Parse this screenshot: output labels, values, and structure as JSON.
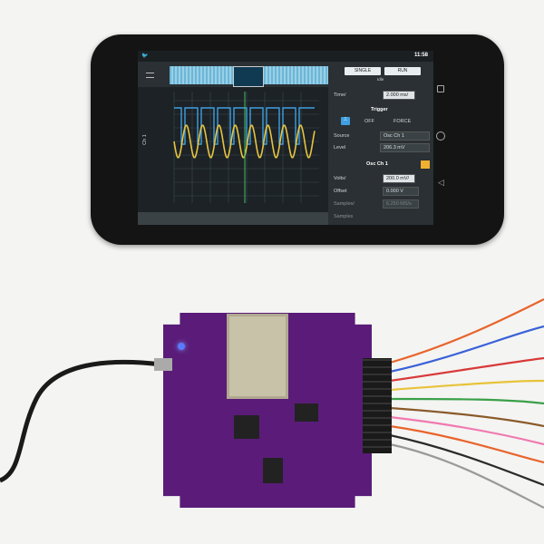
{
  "status_bar": {
    "time": "11:58"
  },
  "scope": {
    "single_label": "SINGLE",
    "run_label": "RUN",
    "state": "Idle",
    "channel_axis": "Ch 1",
    "time_label": "Time/",
    "time_value": "2.000 ms/",
    "trigger": {
      "title": "Trigger",
      "off_label": "OFF",
      "force_label": "FORCE",
      "source_label": "Source",
      "source_value": "Osc Ch 1",
      "level_label": "Level",
      "level_value": "206.3 mV"
    },
    "channel": {
      "title": "Osc Ch 1",
      "volts_label": "Volts/",
      "volts_value": "200.0 mV/",
      "offset_label": "Offset",
      "offset_value": "0.000 V",
      "samplerate_label": "Samples/",
      "samplerate_value": "6.250 MS/s",
      "samples_label": "Samples"
    },
    "colors": {
      "ch1": "#e6c440",
      "ch2": "#3f9fe0",
      "cursor": "#3fbf5f",
      "accent": "#f0b030"
    }
  }
}
